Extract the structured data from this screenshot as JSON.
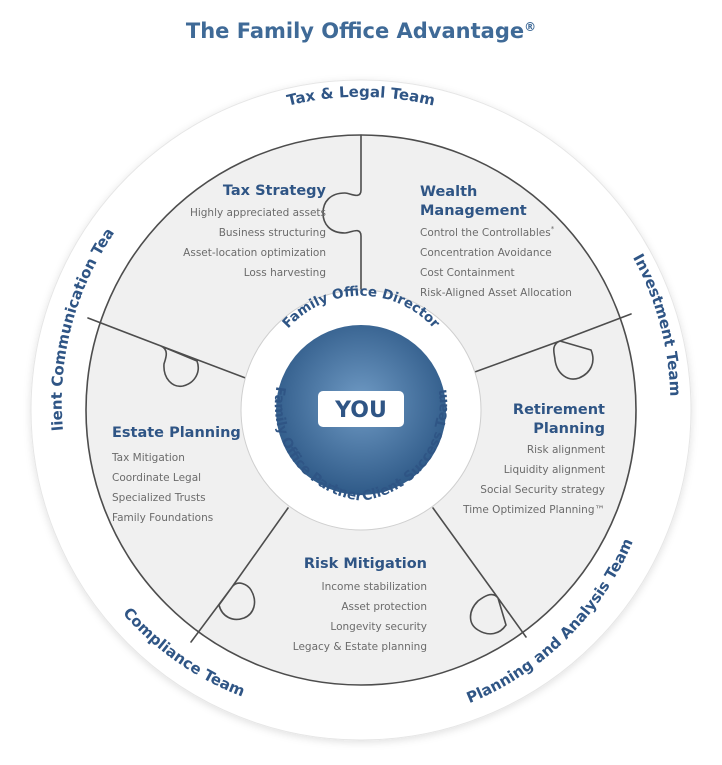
{
  "title": "The Family Office Advantage",
  "title_mark": "®",
  "center": {
    "label": "YOU"
  },
  "inner_ring": {
    "director": "Family Office Director",
    "partner": "Family Office Partner",
    "success": "Client Success Team"
  },
  "outer_ring": {
    "tax_legal": "Tax & Legal Team",
    "investment": "Investment Team",
    "planning_analysis": "Planning and Analysis Team",
    "compliance": "Compliance Team",
    "client_communication": "Client Communication Team"
  },
  "segments": {
    "tax_strategy": {
      "title": "Tax Strategy",
      "items": [
        "Highly appreciated assets",
        "Business structuring",
        "Asset-location optimization",
        "Loss harvesting"
      ]
    },
    "wealth_management": {
      "title_line1": "Wealth",
      "title_line2": "Management",
      "items": [
        "Control the Controllables",
        "Concentration Avoidance",
        "Cost Containment",
        "Risk-Aligned Asset Allocation"
      ],
      "item1_mark": "*"
    },
    "retirement_planning": {
      "title_line1": "Retirement",
      "title_line2": "Planning",
      "items": [
        "Risk alignment",
        "Liquidity alignment",
        "Social Security strategy",
        "Time Optimized Planning™"
      ]
    },
    "risk_mitigation": {
      "title": "Risk Mitigation",
      "items": [
        "Income stabilization",
        "Asset protection",
        "Longevity security",
        "Legacy & Estate planning"
      ]
    },
    "estate_planning": {
      "title": "Estate Planning",
      "items": [
        "Tax Mitigation",
        "Coordinate Legal",
        "Specialized Trusts",
        "Family Foundations"
      ]
    }
  },
  "colors": {
    "accent": "#2f5585",
    "title": "#3f6a97",
    "segment_fill": "#f0f0f0",
    "segment_line": "#4d4d4d",
    "center_fill": "#3d6b99"
  }
}
